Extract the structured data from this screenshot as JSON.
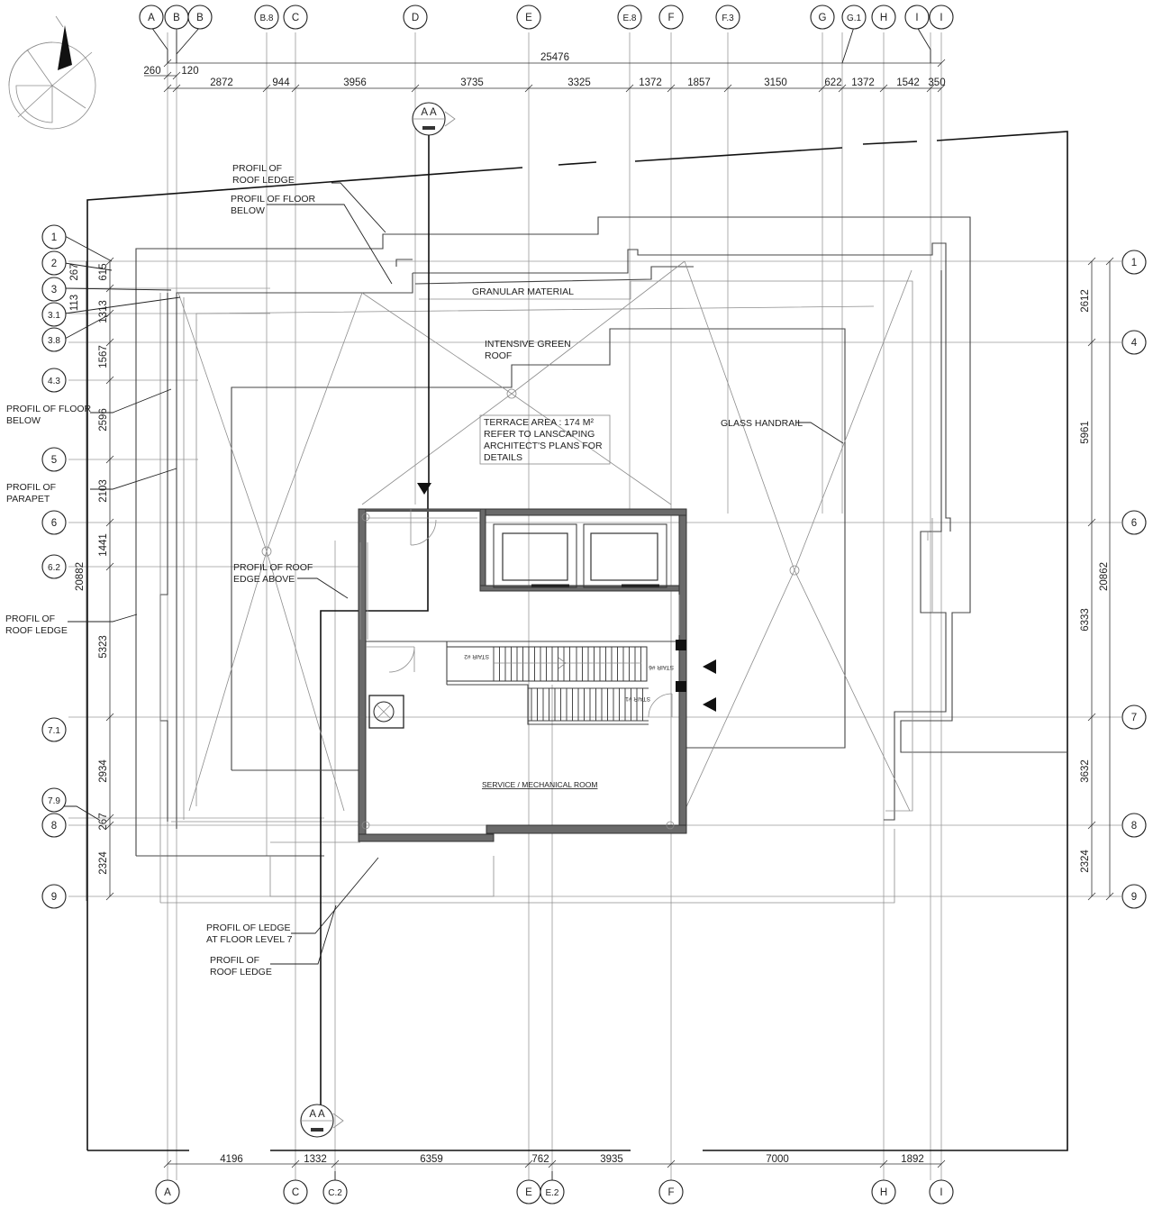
{
  "columns_top": [
    "A",
    "B",
    "B",
    "B.8",
    "C",
    "D",
    "E",
    "E.8",
    "F",
    "F.3",
    "G",
    "G.1",
    "H",
    "I",
    "I"
  ],
  "columns_bottom": [
    "A",
    "C",
    "C.2",
    "E",
    "E.2",
    "F",
    "H",
    "I"
  ],
  "rows_left": [
    "1",
    "2",
    "3",
    "3.1",
    "3.8",
    "4.3",
    "5",
    "6",
    "6.2",
    "7.1",
    "7.9",
    "8",
    "9"
  ],
  "rows_right": [
    "1",
    "4",
    "6",
    "7",
    "8",
    "9"
  ],
  "dims_top_overall": "25476",
  "dims_top_a": [
    "260",
    "120"
  ],
  "dims_top": [
    "2872",
    "944",
    "3956",
    "3735",
    "3325",
    "1372",
    "1857",
    "3150",
    "622",
    "1372",
    "1542",
    "350"
  ],
  "dims_bottom": [
    "4196",
    "1332",
    "6359",
    "762",
    "3935",
    "7000",
    "1892"
  ],
  "dims_left": [
    "267",
    "615",
    "113",
    "1313",
    "1567",
    "2596",
    "2103",
    "1441",
    "5323",
    "2934",
    "267",
    "2324"
  ],
  "dims_left_overall": "20882",
  "dims_right": [
    "2612",
    "5961",
    "6333",
    "3632",
    "2324"
  ],
  "dims_right_overall": "20862",
  "section_marker": "A  A",
  "labels": {
    "roof_ledge_top": [
      "PROFIL OF",
      "ROOF LEDGE"
    ],
    "floor_below_top": [
      "PROFIL OF FLOOR",
      "BELOW"
    ],
    "granular": "GRANULAR MATERIAL",
    "green_roof": [
      "INTENSIVE GREEN",
      "ROOF"
    ],
    "terrace": [
      "TERRACE AREA : 174 M²",
      "REFER TO LANSCAPING",
      "ARCHITECT'S PLANS FOR",
      "DETAILS"
    ],
    "glass_handrail": "GLASS HANDRAIL",
    "floor_below_left": [
      "PROFIL OF FLOOR",
      "BELOW"
    ],
    "parapet": [
      "PROFIL OF",
      "PARAPET"
    ],
    "roof_edge_above": [
      "PROFIL OF ROOF",
      "EDGE ABOVE"
    ],
    "roof_ledge_left": [
      "PROFIL OF",
      "ROOF LEDGE"
    ],
    "service_room": "SERVICE / MECHANICAL ROOM",
    "ledge_level7": [
      "PROFIL OF LEDGE",
      "AT FLOOR LEVEL 7"
    ],
    "roof_ledge_bottom": [
      "PROFIL OF",
      "ROOF LEDGE"
    ],
    "stair1": "STAIR #1",
    "stair2": "STAIR #2",
    "stair6": "STAIR #6"
  }
}
